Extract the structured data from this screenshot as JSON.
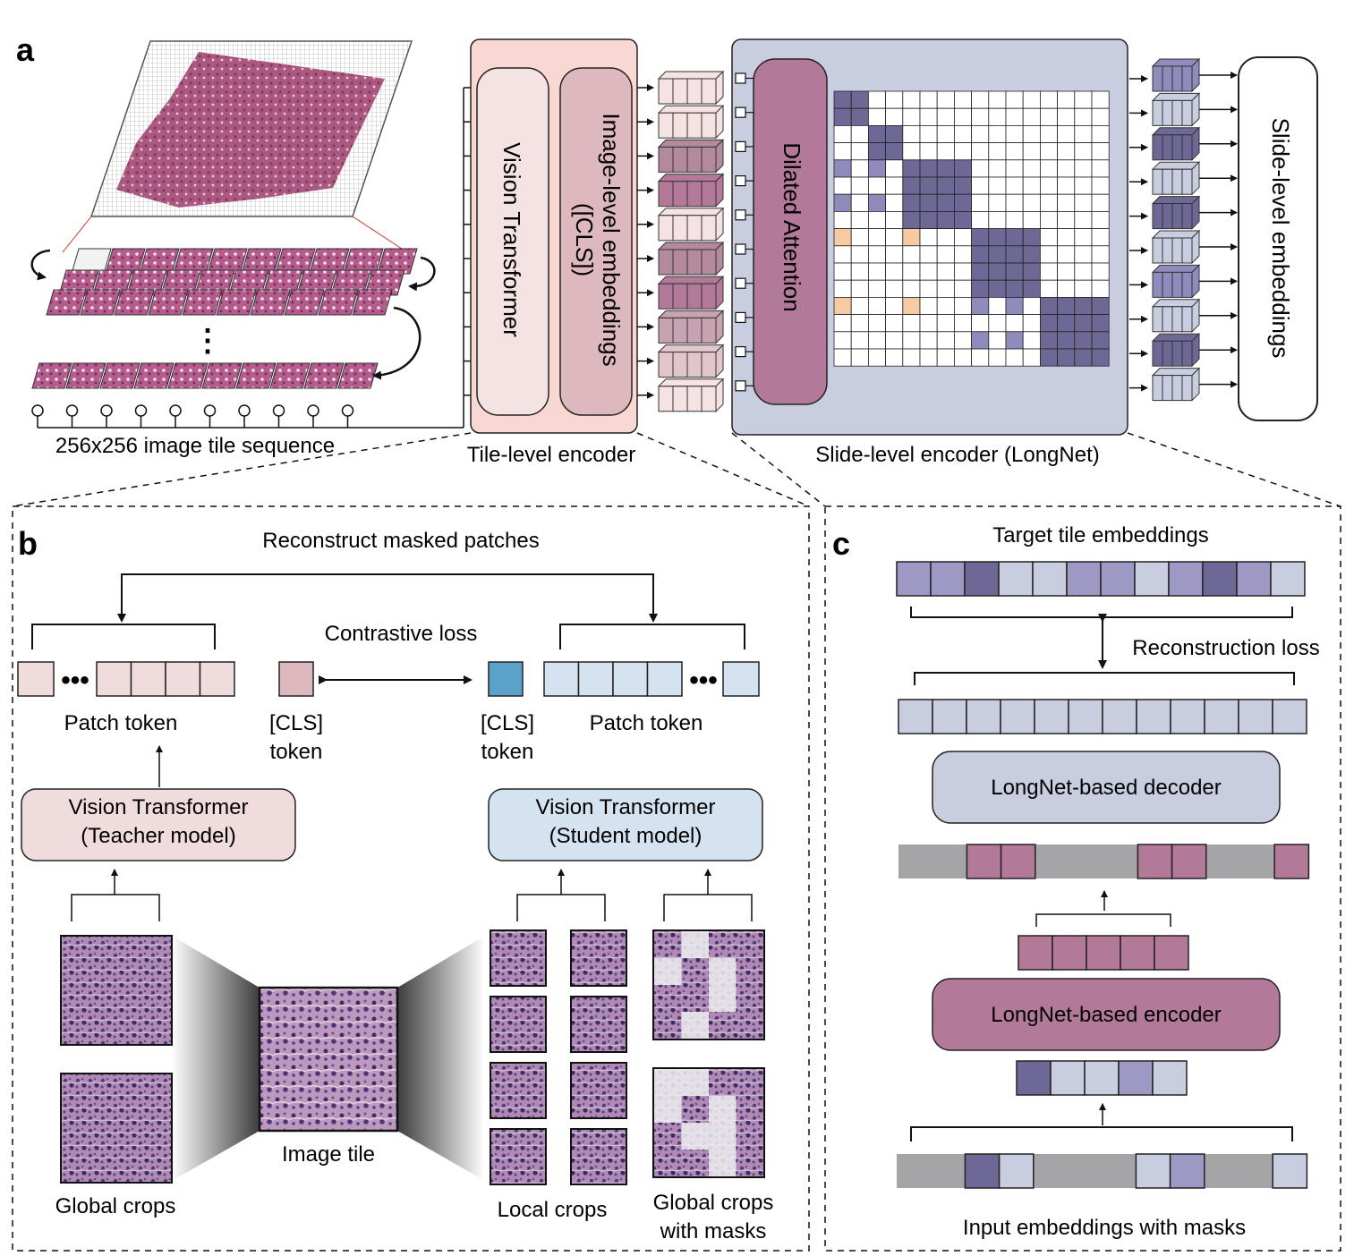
{
  "panels": {
    "a": "a",
    "b": "b",
    "c": "c"
  },
  "panel_a": {
    "tile_sequence_label": "256x256 image tile sequence",
    "vision_transformer": "Vision Transformer",
    "image_embeddings_line1": "Image-level embeddings",
    "image_embeddings_line2": "([CLS])",
    "tile_encoder_label": "Tile-level encoder",
    "dilated_attention": "Dilated Attention",
    "slide_encoder_label": "Slide-level encoder (LongNet)",
    "slide_embeddings": "Slide-level embeddings",
    "ellipsis": "⋮"
  },
  "panel_b": {
    "reconstruct": "Reconstruct masked patches",
    "contrastive": "Contrastive loss",
    "patch_token_left": "Patch token",
    "patch_token_right": "Patch token",
    "cls_left_1": "[CLS]",
    "cls_left_2": "token",
    "cls_right_1": "[CLS]",
    "cls_right_2": "token",
    "teacher_1": "Vision Transformer",
    "teacher_2": "(Teacher model)",
    "student_1": "Vision Transformer",
    "student_2": "(Student model)",
    "image_tile": "Image tile",
    "global_crops": "Global crops",
    "local_crops": "Local crops",
    "masked_1": "Global crops",
    "masked_2": "with masks"
  },
  "panel_c": {
    "target": "Target tile embeddings",
    "reconstruction_loss": "Reconstruction loss",
    "decoder": "LongNet-based decoder",
    "encoder": "LongNet-based encoder",
    "input": "Input embeddings with masks"
  },
  "colors": {
    "tile_encoder_bg": "#f9d7d2",
    "slide_encoder_bg": "#c9cde0",
    "teacher": "#f0dcdc",
    "student": "#d4e3ef",
    "cls_student": "#5aa2c8",
    "purple_dark": "#6e6896",
    "mauve": "#b27a98",
    "mask_gray": "#a5a5a7"
  }
}
